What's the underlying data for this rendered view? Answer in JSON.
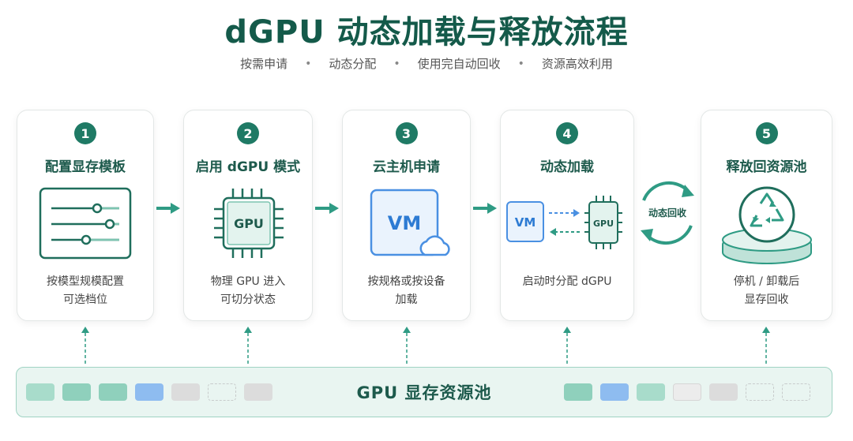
{
  "title": "dGPU 动态加载与释放流程",
  "subtitle": [
    "按需申请",
    "动态分配",
    "使用完自动回收",
    "资源高效利用"
  ],
  "subtitle_sep": "•",
  "colors": {
    "accent": "#1f7a65",
    "arrow": "#2f9b84",
    "blue": "#4a90e2",
    "pool_bg": "#e9f5f1"
  },
  "steps": [
    {
      "num": "1",
      "title": "配置显存模板",
      "desc": [
        "按模型规模配置",
        "可选档位"
      ],
      "icon": "slider-panel-icon"
    },
    {
      "num": "2",
      "title": "启用 dGPU 模式",
      "desc": [
        "物理 GPU 进入",
        "可切分状态"
      ],
      "icon": "gpu-chip-icon",
      "chip_label": "GPU"
    },
    {
      "num": "3",
      "title": "云主机申请",
      "desc": [
        "按规格或按设备",
        "加载"
      ],
      "icon": "vm-cloud-icon",
      "vm_label": "VM"
    },
    {
      "num": "4",
      "title": "动态加载",
      "desc": [
        "启动时分配 dGPU"
      ],
      "icon": "vm-to-gpu-icon",
      "vm_label": "VM",
      "chip_label": "GPU"
    },
    {
      "num": "5",
      "title": "释放回资源池",
      "desc": [
        "停机 / 卸载后",
        "显存回收"
      ],
      "icon": "recycle-pool-icon"
    }
  ],
  "cycle_label": "动态回收",
  "pool": {
    "label": "GPU 显存资源池",
    "left_slots": [
      "teal-light",
      "teal",
      "teal",
      "blue",
      "gray",
      "empty",
      "gray"
    ],
    "right_slots": [
      "teal",
      "blue",
      "teal-light",
      "gray-light",
      "gray",
      "empty",
      "empty"
    ]
  }
}
